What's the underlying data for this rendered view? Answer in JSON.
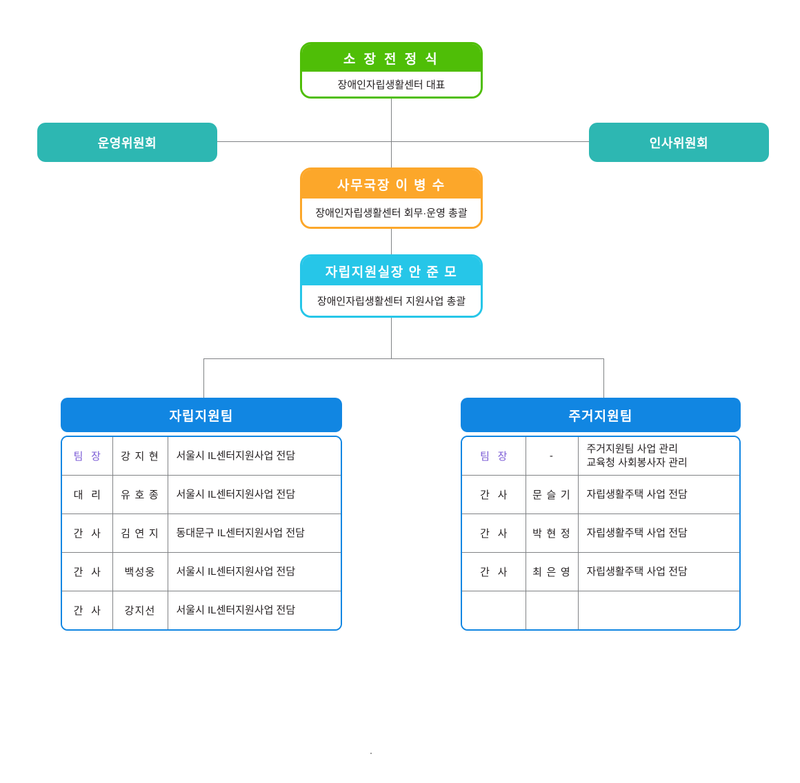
{
  "director": {
    "title": "소 장    전 정 식",
    "subtitle": "장애인자립생활센터  대표",
    "color": "#4FBE07"
  },
  "committees": [
    {
      "label": "운영위원회",
      "color": "#2DB7B2"
    },
    {
      "label": "인사위원회",
      "color": "#2DB7B2"
    }
  ],
  "secretary_general": {
    "title": "사무국장    이 병 수",
    "subtitle": "장애인자립생활센터  회무·운영 총괄",
    "color": "#FCA72A"
  },
  "support_head": {
    "title": "자립지원실장    안 준 모",
    "subtitle": "장애인자립생활센터 지원사업 총괄",
    "color": "#26C6E8"
  },
  "teams": [
    {
      "name": "자립지원팀",
      "header_color": "#1186E2",
      "lead_color": "#7B5BD6",
      "rows": [
        {
          "rank": "팀 장",
          "name": "강 지 현",
          "duty": "서울시 IL센터지원사업 전담",
          "duty2": "",
          "is_lead": true
        },
        {
          "rank": "대 리",
          "name": "유 호 종",
          "duty": "서울시 IL센터지원사업 전담",
          "duty2": "",
          "is_lead": false
        },
        {
          "rank": "간 사",
          "name": "김 연 지",
          "duty": "동대문구 IL센터지원사업 전담",
          "duty2": "",
          "is_lead": false
        },
        {
          "rank": "간 사",
          "name": "백성웅",
          "duty": "서울시 IL센터지원사업 전담",
          "duty2": "",
          "is_lead": false
        },
        {
          "rank": "간 사",
          "name": "강지선",
          "duty": "서울시 IL센터지원사업 전담",
          "duty2": "",
          "is_lead": false
        }
      ]
    },
    {
      "name": "주거지원팀",
      "header_color": "#1186E2",
      "lead_color": "#7B5BD6",
      "rows": [
        {
          "rank": "팀 장",
          "name": "-",
          "duty": "주거지원팀 사업 관리",
          "duty2": "교육청 사회봉사자 관리",
          "is_lead": true
        },
        {
          "rank": "간 사",
          "name": "문 슬 기",
          "duty": "자립생활주택 사업 전담",
          "duty2": "",
          "is_lead": false
        },
        {
          "rank": "간 사",
          "name": "박 현 정",
          "duty": "자립생활주택 사업 전담",
          "duty2": "",
          "is_lead": false
        },
        {
          "rank": "간 사",
          "name": "최 은 영",
          "duty": "자립생활주택 사업 전담",
          "duty2": "",
          "is_lead": false
        },
        {
          "rank": "",
          "name": "",
          "duty": "",
          "duty2": "",
          "is_lead": false
        }
      ]
    }
  ],
  "connector_color": "#808285"
}
